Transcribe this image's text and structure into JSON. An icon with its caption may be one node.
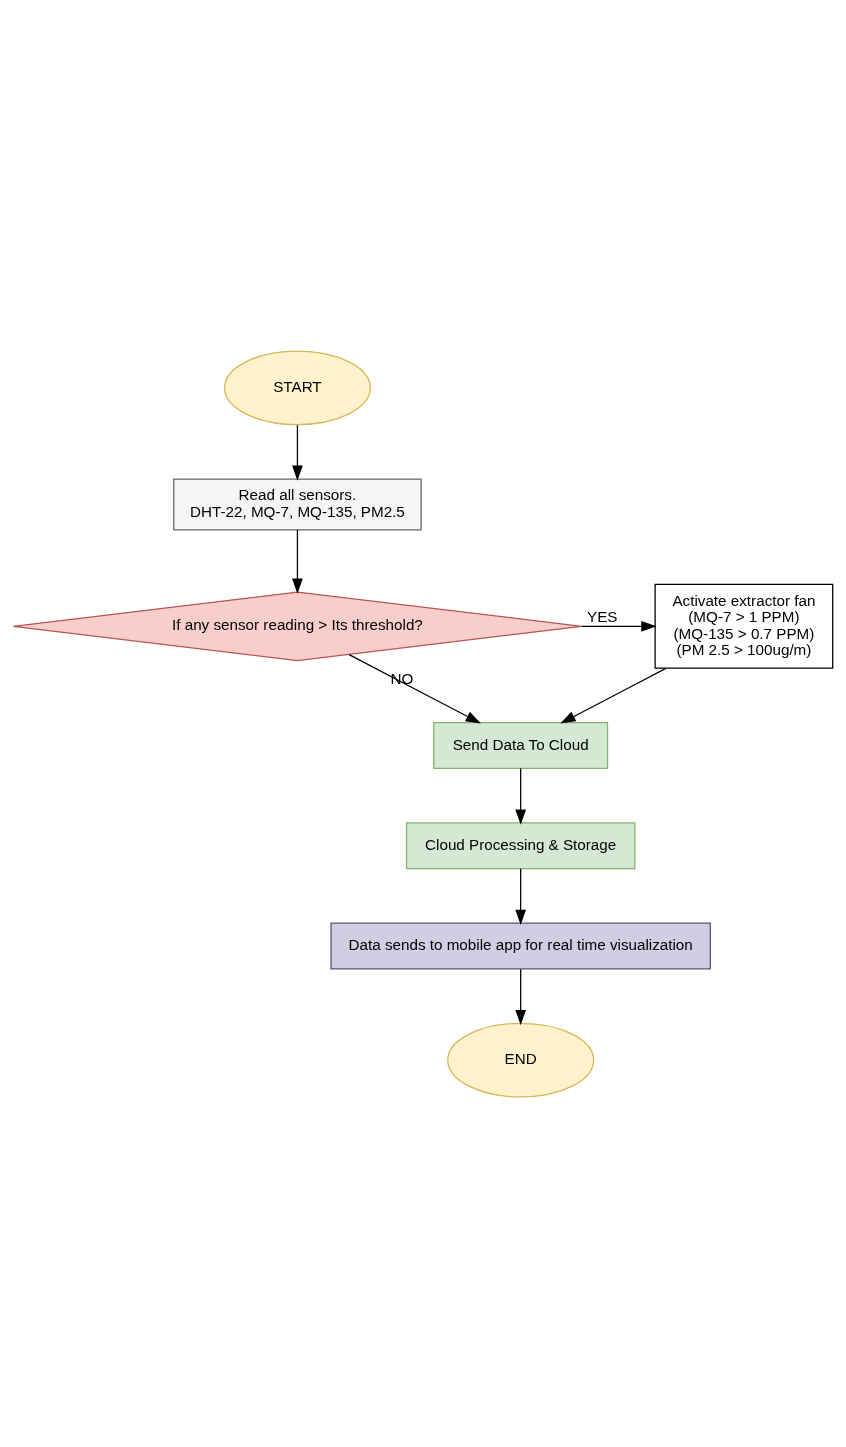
{
  "diagram": {
    "nodes": [
      {
        "text": [
          "START"
        ]
      },
      {
        "text": [
          "Read all sensors.",
          "DHT-22, MQ-7, MQ-135, PM2.5"
        ]
      },
      {
        "text": [
          "If any sensor reading > Its threshold?"
        ]
      },
      {
        "text": [
          "Activate extractor fan",
          "(MQ-7 > 1 PPM)",
          "(MQ-135 > 0.7 PPM)",
          "(PM 2.5 > 100ug/m)"
        ]
      },
      {
        "text": [
          "Send Data To Cloud"
        ]
      },
      {
        "text": [
          "Cloud Processing & Storage"
        ]
      },
      {
        "text": [
          "Data sends to mobile app for real time visualization"
        ]
      },
      {
        "text": [
          "END"
        ]
      }
    ],
    "edges": [
      {
        "from": 0,
        "to": 1,
        "arrow": "to"
      },
      {
        "from": 1,
        "to": 2,
        "arrow": "to"
      },
      {
        "from": 2,
        "to": 3,
        "arrow": "to",
        "label": "YES"
      },
      {
        "from": 2,
        "to": 4,
        "arrow": "to",
        "label": "NO"
      },
      {
        "from": 3,
        "to": 4,
        "arrow": "to"
      },
      {
        "from": 4,
        "to": 5,
        "arrow": "to"
      },
      {
        "from": 5,
        "to": 6,
        "arrow": "to"
      },
      {
        "from": 6,
        "to": 7,
        "arrow": "to"
      }
    ]
  }
}
